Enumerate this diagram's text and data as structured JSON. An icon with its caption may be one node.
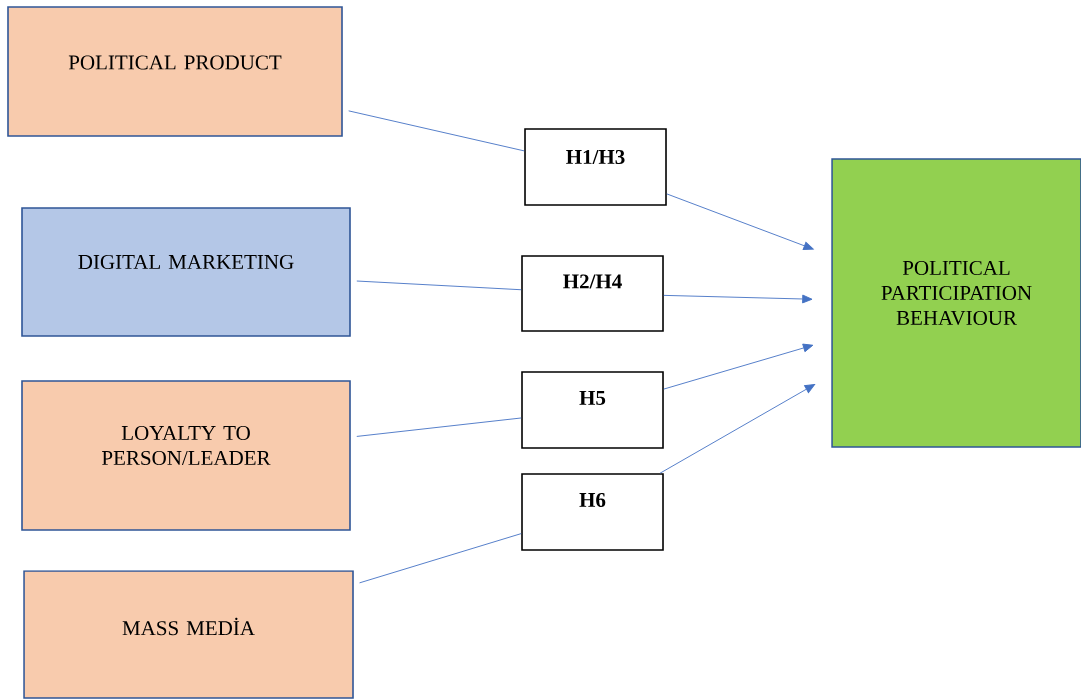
{
  "diagram": {
    "nodes": [
      {
        "text": [
          "POLITICAL PRODUCT"
        ]
      },
      {
        "text": [
          "DIGITAL MARKETING"
        ]
      },
      {
        "text": [
          "LOYALTY TO PERSON/LEADER"
        ]
      },
      {
        "text": [
          "MASS MEDİA"
        ]
      },
      {
        "text": [
          "H1/H3"
        ]
      },
      {
        "text": [
          "H2/H4"
        ]
      },
      {
        "text": [
          "H5"
        ]
      },
      {
        "text": [
          "H6"
        ]
      },
      {
        "text": [
          "POLITICAL PARTICIPATION BEHAVIOUR"
        ]
      }
    ],
    "edges": [
      {
        "from": 0,
        "to": 4,
        "arrow": "none"
      },
      {
        "from": 4,
        "to": 8,
        "arrow": "to"
      },
      {
        "from": 1,
        "to": 5,
        "arrow": "none"
      },
      {
        "from": 5,
        "to": 8,
        "arrow": "to"
      },
      {
        "from": 2,
        "to": 6,
        "arrow": "none"
      },
      {
        "from": 6,
        "to": 8,
        "arrow": "to"
      },
      {
        "from": 3,
        "to": 7,
        "arrow": "none"
      },
      {
        "from": 7,
        "to": 8,
        "arrow": "to"
      }
    ]
  }
}
